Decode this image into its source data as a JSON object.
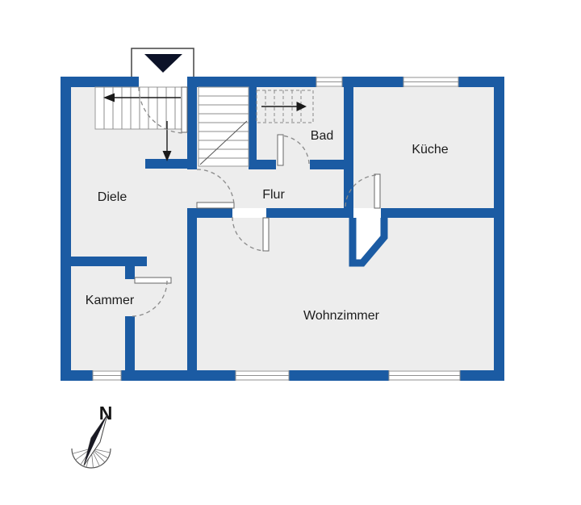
{
  "plan": {
    "rooms": [
      {
        "id": "diele",
        "label": "Diele"
      },
      {
        "id": "flur",
        "label": "Flur"
      },
      {
        "id": "bad",
        "label": "Bad"
      },
      {
        "id": "kueche",
        "label": "Küche"
      },
      {
        "id": "kammer",
        "label": "Kammer"
      },
      {
        "id": "wohnzimmer",
        "label": "Wohnzimmer"
      }
    ],
    "compass": {
      "north_label": "N"
    },
    "colors": {
      "wall": "#1b5ba3",
      "room_fill": "#ededed",
      "background": "#ffffff",
      "entrance_marker": "#0c1228"
    }
  }
}
